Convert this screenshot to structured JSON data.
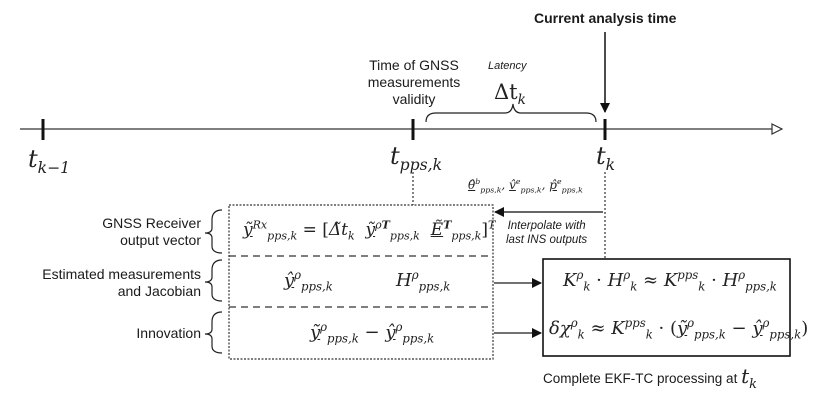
{
  "timeline": {
    "ticks": [
      {
        "id": "t_km1",
        "label_base": "t",
        "label_sub": "k−1"
      },
      {
        "id": "t_pps",
        "label_base": "t",
        "label_sub": "pps,k"
      },
      {
        "id": "t_k",
        "label_base": "t",
        "label_sub": "k"
      }
    ]
  },
  "annotations": {
    "current_time": "Current analysis time",
    "gnss_validity_line1": "Time of GNSS",
    "gnss_validity_line2": "measurements",
    "gnss_validity_line3": "validity",
    "latency": "Latency",
    "latency_symbol": "Δt",
    "latency_symbol_sub": "k",
    "ins_states": "θ̂ᵇ_pps,k, v̂ᵉ_pps,k, p̂ᵉ_pps,k",
    "interpolate_line1": "Interpolate with",
    "interpolate_line2": "last INS outputs"
  },
  "left_labels": {
    "receiver_line1": "GNSS Receiver",
    "receiver_line2": "output vector",
    "estimated_line1": "Estimated measurements",
    "estimated_line2": "and Jacobian",
    "innovation": "Innovation"
  },
  "equations": {
    "receiver_output": "ỹ^Rx_pps,k = [ Δ̃t_k  ỹ^ρT_pps,k  Ẽ^T_pps,k ]^T",
    "estimated_meas": "ŷ^ρ_pps,k",
    "jacobian": "H^ρ_pps,k",
    "innovation": "ỹ^ρ_pps,k − ŷ^ρ_pps,k",
    "gain_approx": "K^ρ_k · H^ρ_k ≈ K^pps_k · H^ρ_pps,k",
    "state_update": "δχ^ρ_k ≈ K^pps_k · (ỹ^ρ_pps,k − ŷ^ρ_pps,k)"
  },
  "ekf_caption": "Complete EKF-TC processing at",
  "ekf_caption_symbol": "t",
  "ekf_caption_symbol_sub": "k"
}
